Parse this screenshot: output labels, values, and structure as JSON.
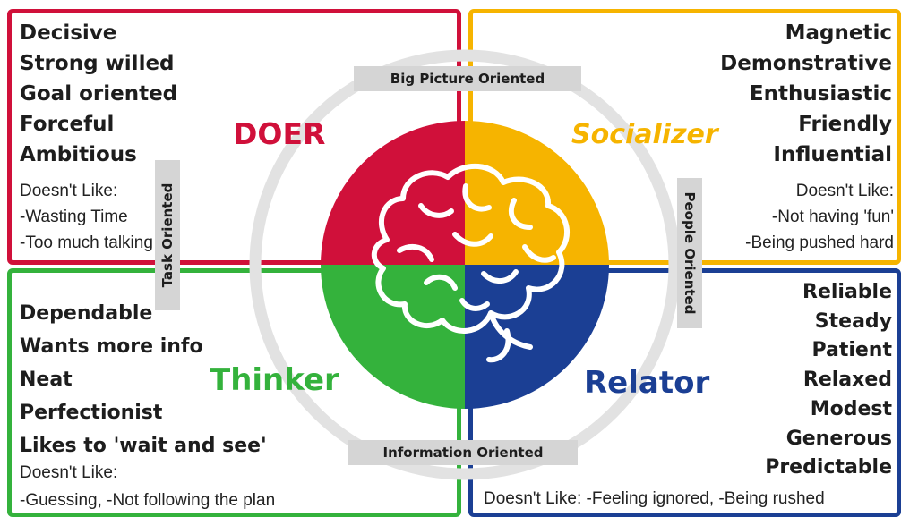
{
  "doer": {
    "title": "DOER",
    "traits": [
      "Decisive",
      "Strong willed",
      "Goal oriented",
      "Forceful",
      "Ambitious"
    ],
    "dislikes_heading": "Doesn't Like:",
    "dislikes": [
      "-Wasting Time",
      "-Too much talking"
    ],
    "color": "#d0103a"
  },
  "socializer": {
    "title": "Socializer",
    "traits": [
      "Magnetic",
      "Demonstrative",
      "Enthusiastic",
      "Friendly",
      "Influential"
    ],
    "dislikes_heading": "Doesn't Like:",
    "dislikes": [
      "-Not having 'fun'",
      "-Being pushed hard"
    ],
    "color": "#f6b400"
  },
  "thinker": {
    "title": "Thinker",
    "traits": [
      "Dependable",
      "Wants more info",
      "Neat",
      "Perfectionist",
      "Likes to 'wait and see'"
    ],
    "dislikes_heading": "Doesn't Like:",
    "dislikes": [
      "-Guessing, -Not following the plan"
    ],
    "color": "#34b23c"
  },
  "relator": {
    "title": "Relator",
    "traits": [
      "Reliable",
      "Steady",
      "Patient",
      "Relaxed",
      "Modest",
      "Generous",
      "Predictable"
    ],
    "dislikes_text": "Doesn't Like: -Feeling ignored, -Being rushed",
    "color": "#1b3f94"
  },
  "axes": {
    "top": "Big Picture Oriented",
    "bottom": "Information Oriented",
    "left": "Task Oriented",
    "right": "People Oriented"
  },
  "ring_color": "#e2e2e2",
  "icon": "brain-icon"
}
